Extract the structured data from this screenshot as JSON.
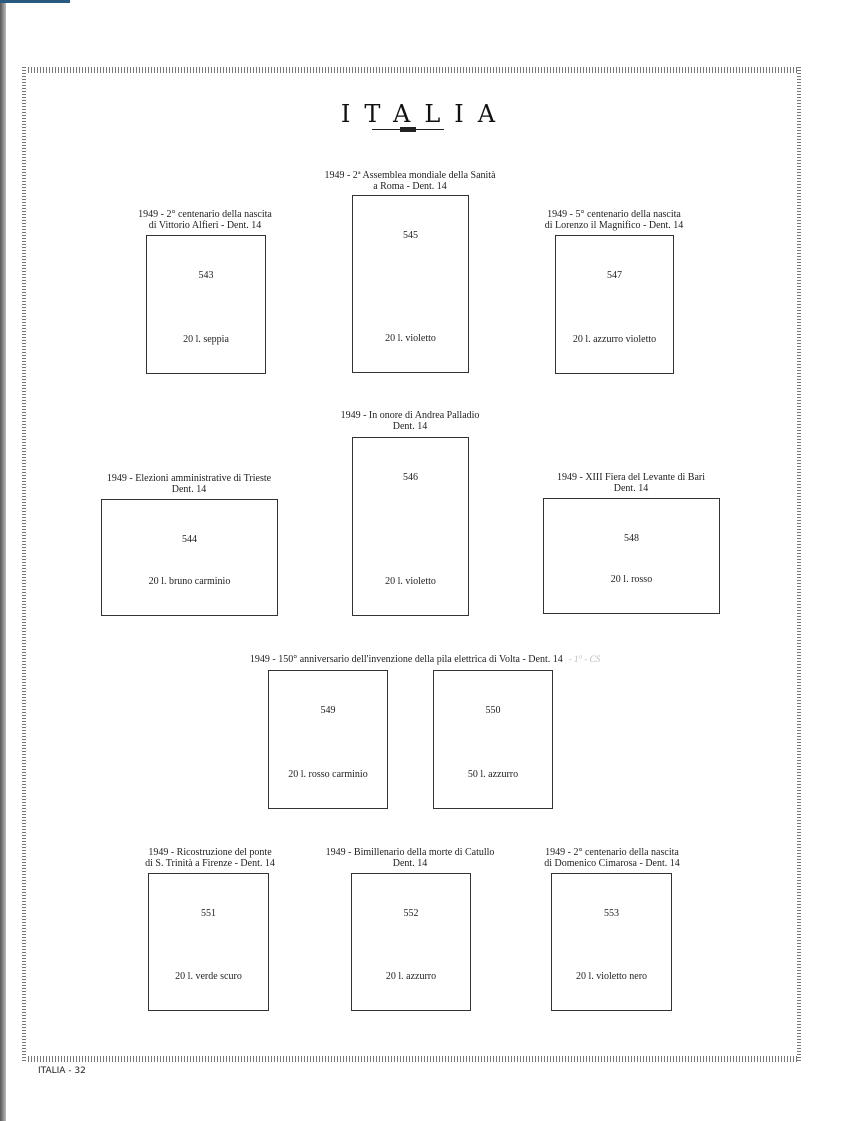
{
  "page": {
    "title": "ITALIA",
    "footer": "ITALIA - 32"
  },
  "sets": [
    {
      "caption1": "1949 - 2° centenario della nascita",
      "caption2": "di Vittorio Alfieri - Dent. 14",
      "number": "543",
      "value": "20 l. seppia"
    },
    {
      "caption1": "1949 - 2ª Assemblea mondiale della Sanità",
      "caption2": "a Roma - Dent. 14",
      "number": "545",
      "value": "20 l. violetto"
    },
    {
      "caption1": "1949 - 5° centenario della nascita",
      "caption2": "di Lorenzo il Magnifico - Dent. 14",
      "number": "547",
      "value": "20 l. azzurro violetto"
    },
    {
      "caption1": "1949 - Elezioni amministrative di Trieste",
      "caption2": "Dent. 14",
      "number": "544",
      "value": "20 l. bruno carminio"
    },
    {
      "caption1": "1949 - In onore di Andrea Palladio",
      "caption2": "Dent. 14",
      "number": "546",
      "value": "20 l. violetto"
    },
    {
      "caption1": "1949 - XIII Fiera del Levante di Bari",
      "caption2": "Dent. 14",
      "number": "548",
      "value": "20 l. rosso"
    },
    {
      "caption1": "1949 - 150° anniversario dell'invenzione della pila elettrica di Volta - Dent. 14",
      "handwritten": "- 1° - CS",
      "stamps": [
        {
          "number": "549",
          "value": "20 l. rosso carminio"
        },
        {
          "number": "550",
          "value": "50 l. azzurro"
        }
      ]
    },
    {
      "caption1": "1949 - Ricostruzione del ponte",
      "caption2": "di S. Trinità a Firenze - Dent. 14",
      "number": "551",
      "value": "20 l. verde scuro"
    },
    {
      "caption1": "1949 - Bimillenario della morte di Catullo",
      "caption2": "Dent. 14",
      "number": "552",
      "value": "20 l. azzurro"
    },
    {
      "caption1": "1949 - 2° centenario della nascita",
      "caption2": "di Domenico Cimarosa - Dent. 14",
      "number": "553",
      "value": "20 l. violetto nero"
    }
  ]
}
